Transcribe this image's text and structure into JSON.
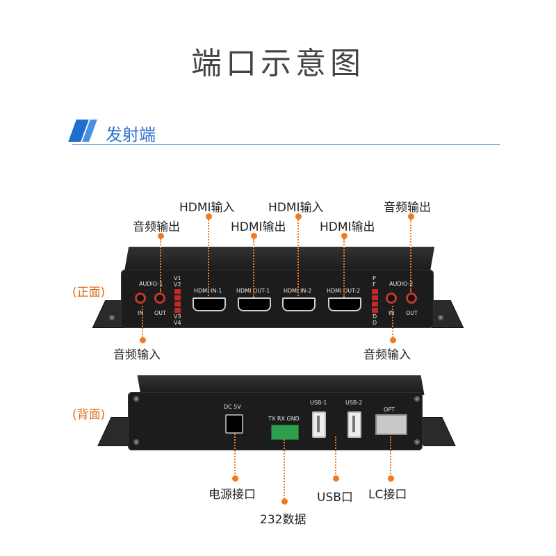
{
  "title": "端口示意图",
  "section": "发射端",
  "front": {
    "side_label": "(正面)",
    "callouts": {
      "audio_out_left": "音频输出",
      "hdmi_in_1": "HDMI输入",
      "hdmi_out_1": "HDMI输出",
      "hdmi_in_2": "HDMI输入",
      "hdmi_out_2": "HDMI输出",
      "audio_out_right": "音频输出",
      "audio_in_left": "音频输入",
      "audio_in_right": "音频输入"
    },
    "ports": {
      "audio1": "AUDIO-1",
      "audio2": "AUDIO-2",
      "in": "IN",
      "out": "OUT",
      "v1": "V1",
      "v2": "V2",
      "v3": "V3",
      "v4": "V4",
      "p": "P",
      "f": "F",
      "d1": "D",
      "d2": "D",
      "hdmi_in_1": "HDMI IN-1",
      "hdmi_out_1": "HDMI OUT-1",
      "hdmi_in_2": "HDMI IN-2",
      "hdmi_out_2": "HDMI OUT-2"
    }
  },
  "back": {
    "side_label": "(背面)",
    "callouts": {
      "power": "电源接口",
      "serial": "232数据",
      "usb": "USB口",
      "lc": "LC接口"
    },
    "ports": {
      "dc": "DC 5V",
      "serial": "TX RX GND",
      "usb1": "USB-1",
      "usb2": "USB-2",
      "opt": "OPT"
    }
  },
  "colors": {
    "accent": "#f07a20",
    "section_blue": "#2d6fd1",
    "device": "#1c1c1c",
    "led": "#c62828"
  }
}
